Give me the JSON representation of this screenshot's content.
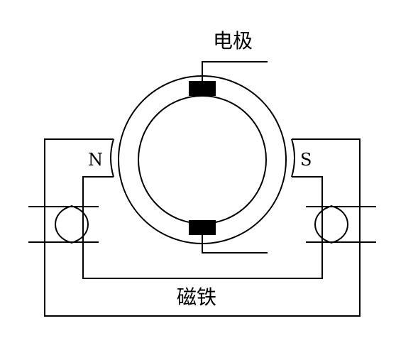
{
  "labels": {
    "electrode": "电极",
    "magnet": "磁铁",
    "north_pole": "N",
    "south_pole": "S"
  },
  "colors": {
    "line": "#000000",
    "electrode_fill": "#000000",
    "background": "#ffffff"
  }
}
